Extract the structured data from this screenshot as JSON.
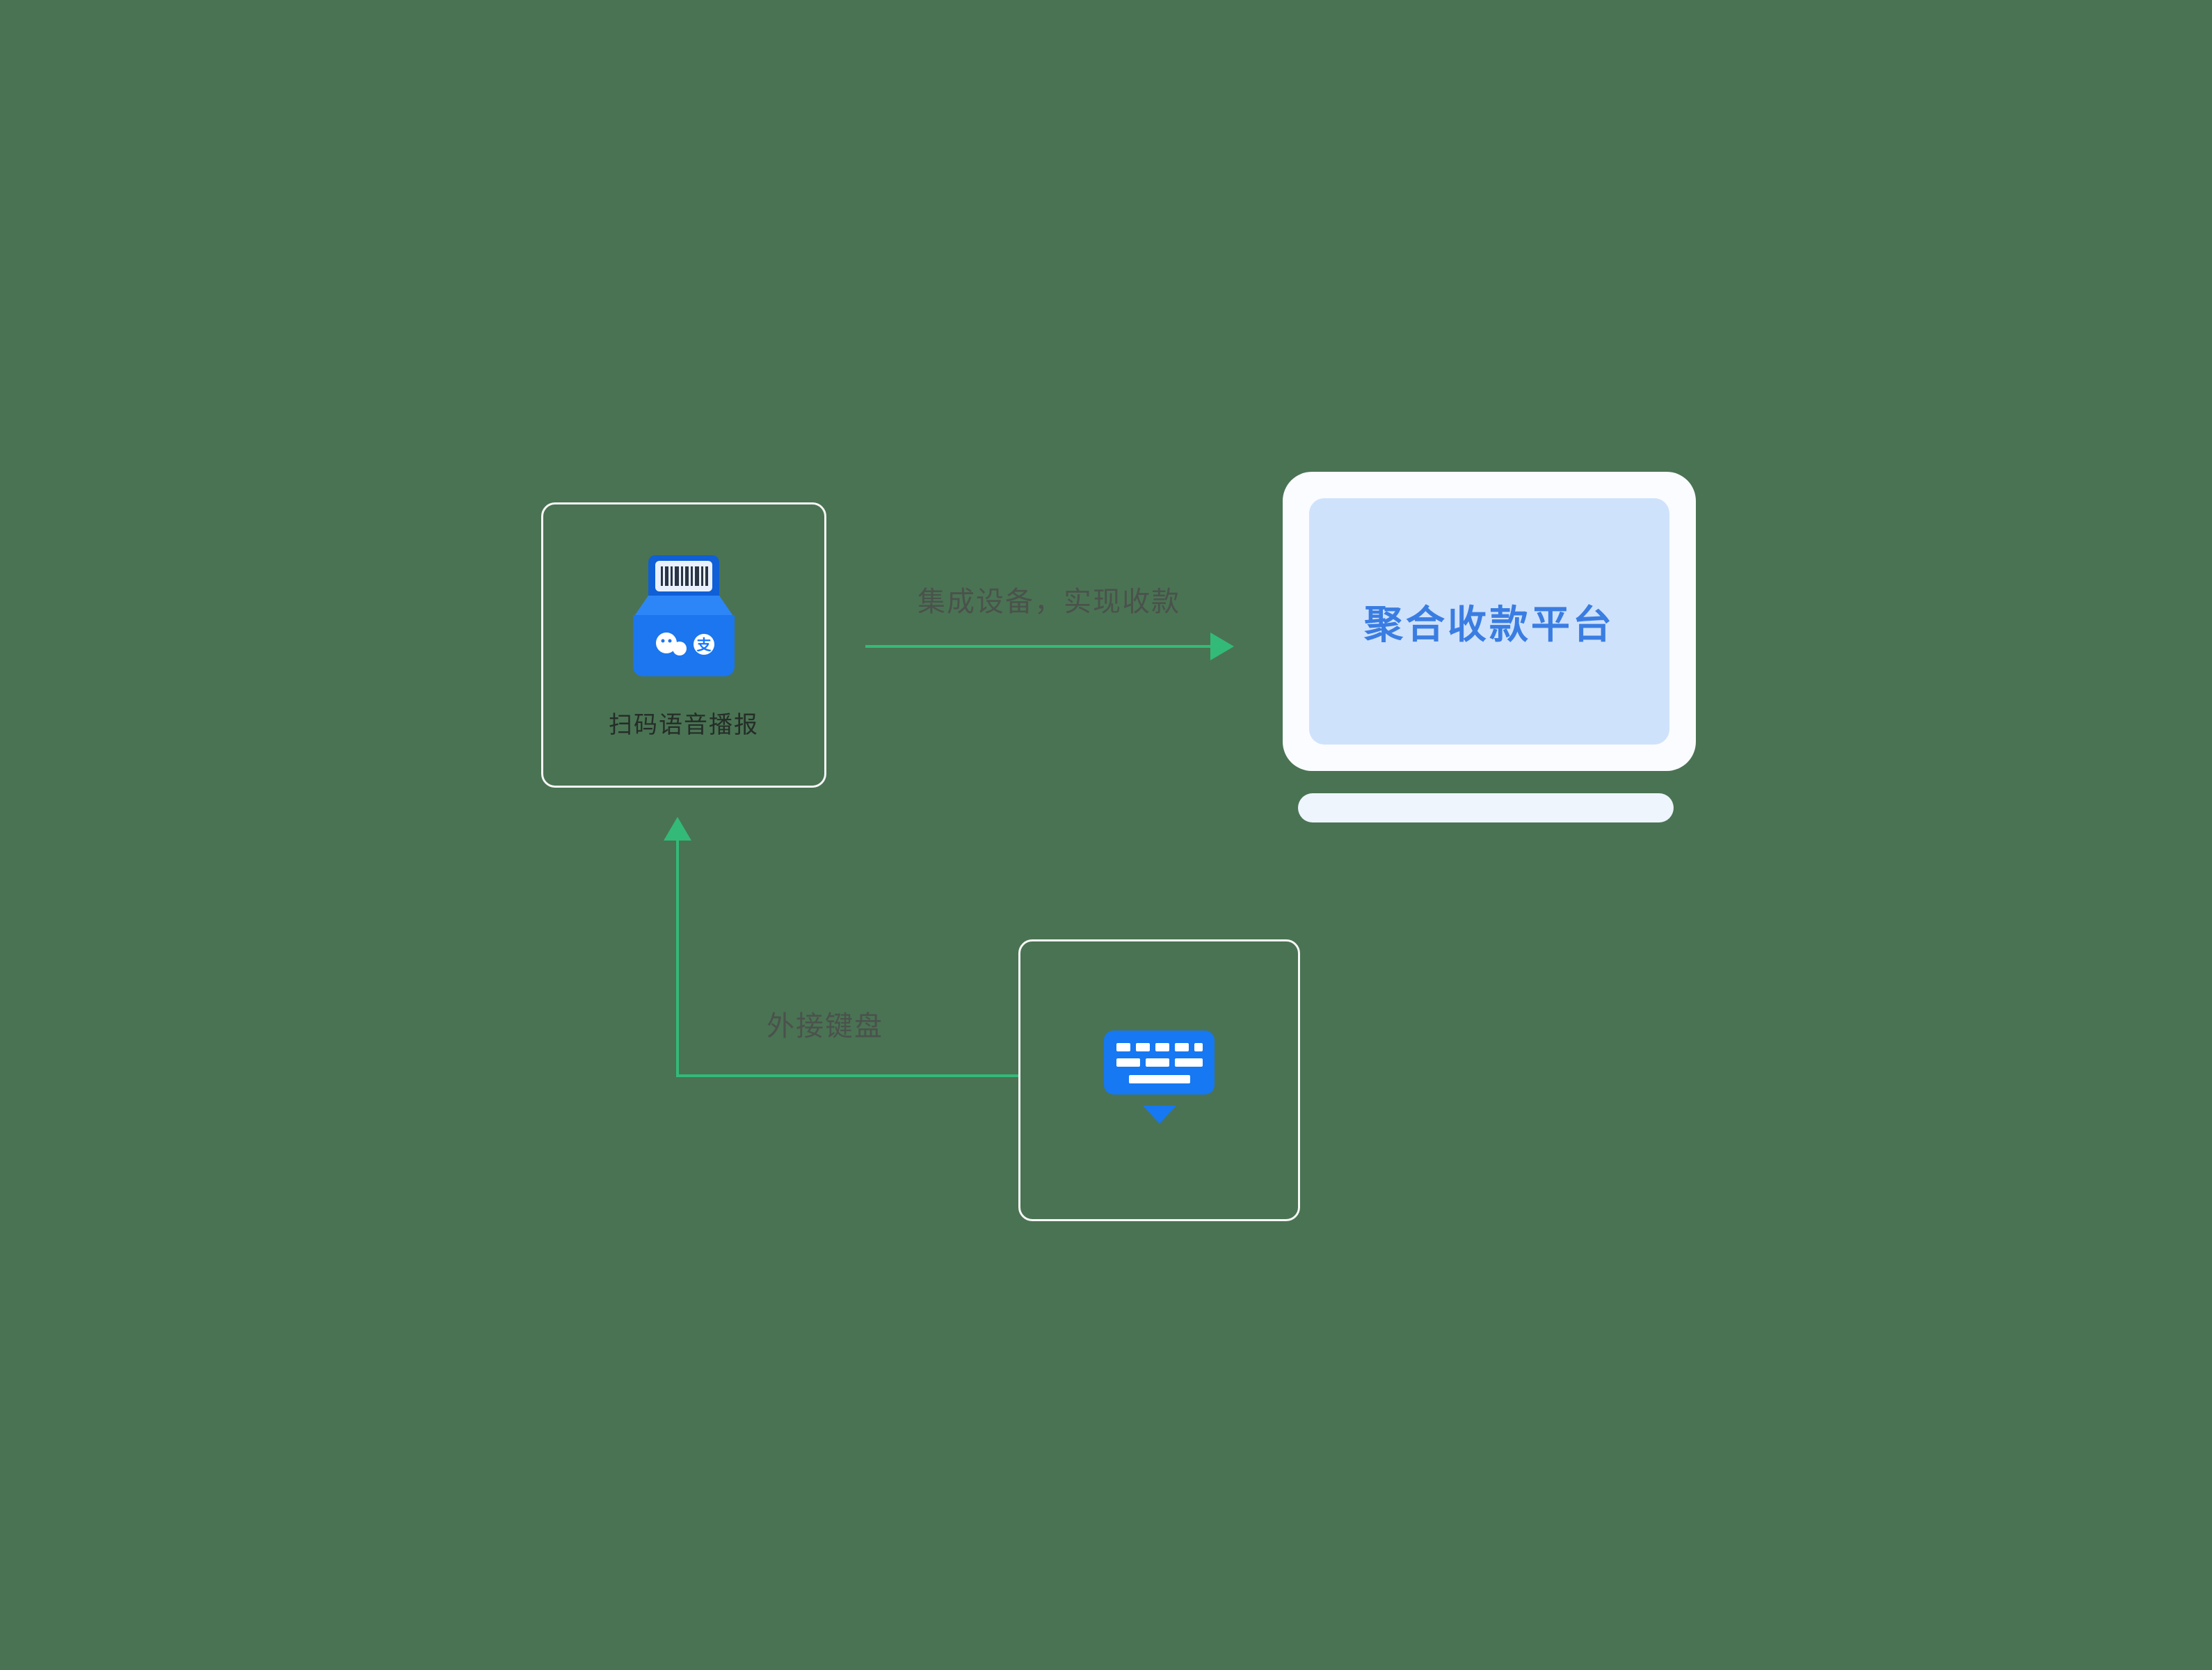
{
  "canvas": {
    "background": "#4A7353"
  },
  "nodes": {
    "scanner": {
      "label": "扫码语音播报",
      "icon": "payment-scanner-icon"
    },
    "platform": {
      "title": "聚合收款平台",
      "icon": "monitor-illustration"
    },
    "keyboard": {
      "icon": "keyboard-icon"
    }
  },
  "arrows": {
    "device_to_platform": {
      "label": "集成设备，实现收款",
      "direction": "right"
    },
    "keyboard_to_device": {
      "label": "外接键盘",
      "direction": "up"
    }
  },
  "colors": {
    "arrow_green": "#33BA78",
    "device_blue": "#1B76EF",
    "keyboard_blue": "#1678F2",
    "monitor_body": "#FAFCFF",
    "monitor_screen": "#CFE2FC",
    "platform_title_blue": "#3A7DE2",
    "flow_label_text": "#4A524C",
    "node_label_text": "#242D27"
  }
}
